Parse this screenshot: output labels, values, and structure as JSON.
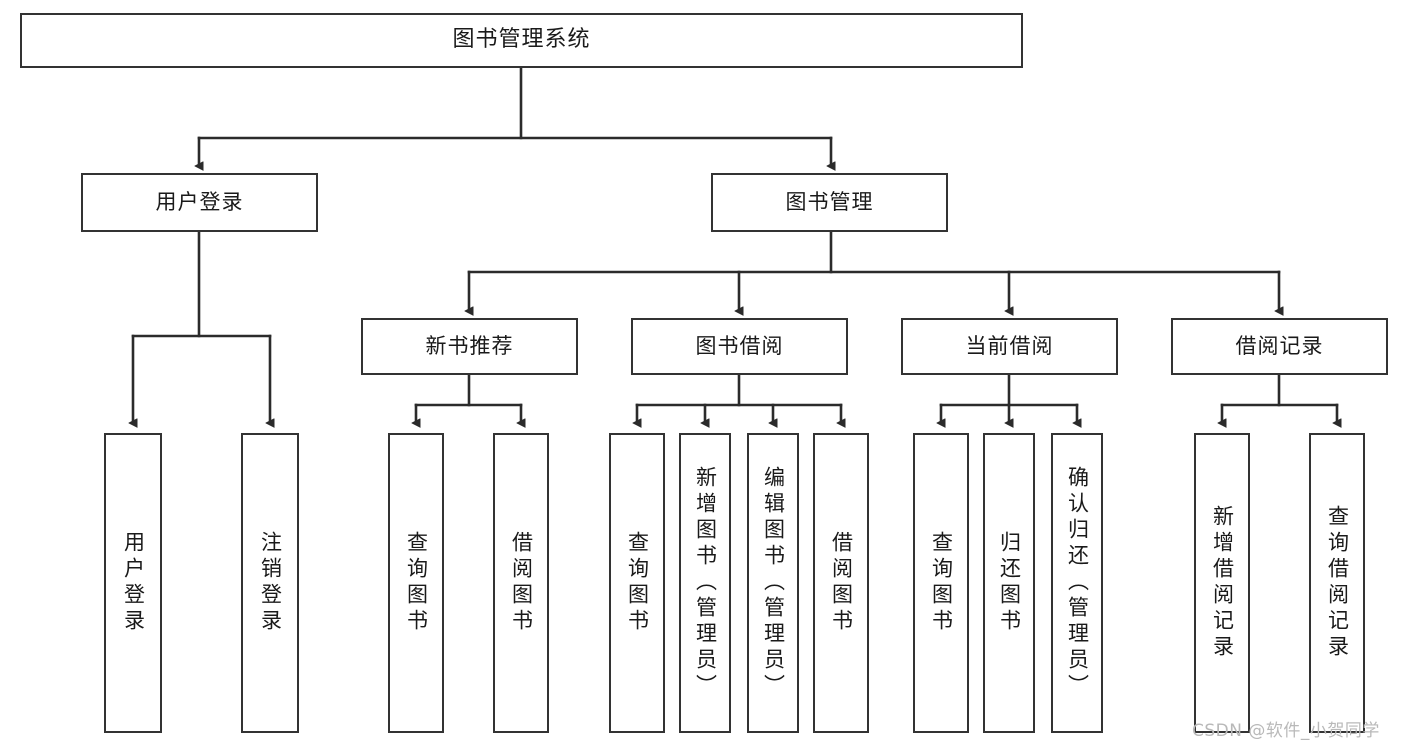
{
  "diagram": {
    "title": "图书管理系统",
    "type": "tree-hierarchy-diagram",
    "root": {
      "label": "图书管理系统"
    },
    "level2": [
      {
        "id": "user-login",
        "label": "用户登录"
      },
      {
        "id": "book-management",
        "label": "图书管理"
      }
    ],
    "level3": [
      {
        "id": "new-book-recommend",
        "label": "新书推荐",
        "parent": "book-management"
      },
      {
        "id": "book-borrow",
        "label": "图书借阅",
        "parent": "book-management"
      },
      {
        "id": "current-borrow",
        "label": "当前借阅",
        "parent": "book-management"
      },
      {
        "id": "borrow-record",
        "label": "借阅记录",
        "parent": "book-management"
      }
    ],
    "leaves": {
      "user_login": [
        {
          "id": "leaf-user-login",
          "label": "用户登录"
        },
        {
          "id": "leaf-logout",
          "label": "注销登录"
        }
      ],
      "new_book_recommend": [
        {
          "id": "leaf-query-book-1",
          "label": "查询图书"
        },
        {
          "id": "leaf-borrow-book-1",
          "label": "借阅图书"
        }
      ],
      "book_borrow": [
        {
          "id": "leaf-query-book-2",
          "label": "查询图书"
        },
        {
          "id": "leaf-add-book",
          "label": "新增图书（管理员）"
        },
        {
          "id": "leaf-edit-book",
          "label": "编辑图书（管理员）"
        },
        {
          "id": "leaf-borrow-book-2",
          "label": "借阅图书"
        }
      ],
      "current_borrow": [
        {
          "id": "leaf-query-book-3",
          "label": "查询图书"
        },
        {
          "id": "leaf-return-book",
          "label": "归还图书"
        },
        {
          "id": "leaf-confirm-return",
          "label": "确认归还（管理员）"
        }
      ],
      "borrow_record": [
        {
          "id": "leaf-add-record",
          "label": "新增借阅记录"
        },
        {
          "id": "leaf-query-record",
          "label": "查询借阅记录"
        }
      ]
    }
  },
  "watermark": {
    "text": "CSDN @软件_小贺同学"
  },
  "colors": {
    "stroke": "#333333",
    "background": "#ffffff",
    "text": "#1a1a1a",
    "watermark": "#b9b9b9"
  }
}
